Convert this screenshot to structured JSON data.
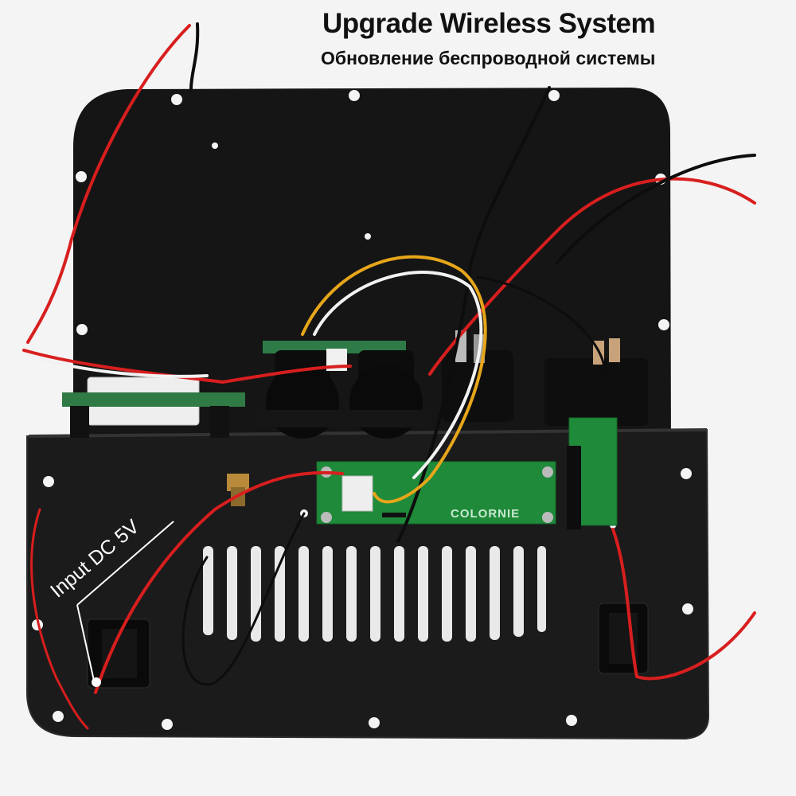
{
  "headline": {
    "title": "Upgrade  Wireless System",
    "subtitle": "Обновление беспроводной системы"
  },
  "annotation": {
    "input_label": "Input DC 5V"
  },
  "module": {
    "brand": "COLORNIE"
  },
  "colors": {
    "plate": "#141414",
    "plate_edge": "#2a2a2a",
    "pcb": "#1f8a3a",
    "wire_red": "#d81e1e",
    "wire_black": "#0d0d0d",
    "wire_yellow": "#e7a61a",
    "wire_white": "#f2f2f2",
    "background": "#f4f4f4"
  }
}
